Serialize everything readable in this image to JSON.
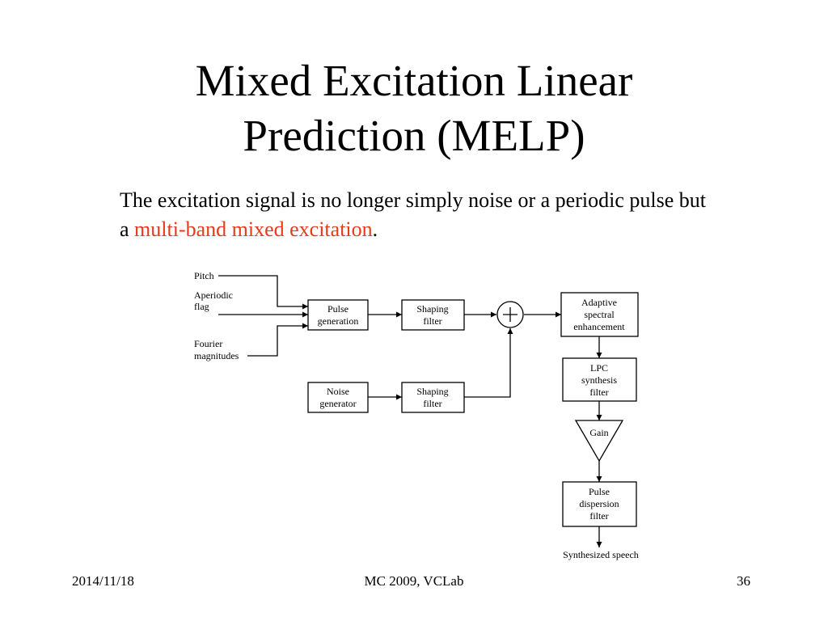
{
  "slide": {
    "title_line1": "Mixed Excitation Linear",
    "title_line2": "Prediction (MELP)",
    "subtitle_before": "The excitation signal is no longer simply noise or a periodic pulse but a ",
    "subtitle_highlight": "multi-band mixed excitation",
    "subtitle_after": ".",
    "highlight_color": "#e63a1a"
  },
  "diagram": {
    "inputs": {
      "pitch": "Pitch",
      "aperiodic_1": "Aperiodic",
      "aperiodic_2": "flag",
      "fourier_1": "Fourier",
      "fourier_2": "magnitudes"
    },
    "blocks": {
      "pulse_gen": [
        "Pulse",
        "generation"
      ],
      "shaping_top": [
        "Shaping",
        "filter"
      ],
      "noise_gen": [
        "Noise",
        "generator"
      ],
      "shaping_bottom": [
        "Shaping",
        "filter"
      ],
      "adaptive": [
        "Adaptive",
        "spectral",
        "enhancement"
      ],
      "lpc": [
        "LPC",
        "synthesis",
        "filter"
      ],
      "gain": "Gain",
      "dispersion": [
        "Pulse",
        "dispersion",
        "filter"
      ]
    },
    "output": "Synthesized speech",
    "summer_symbol": "+"
  },
  "footer": {
    "date": "2014/11/18",
    "center": "MC 2009, VCLab",
    "page": "36"
  }
}
